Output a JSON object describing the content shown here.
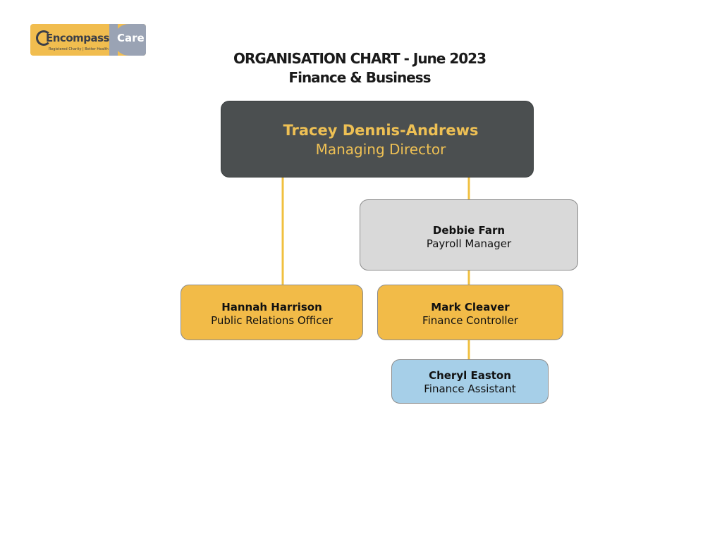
{
  "logo": {
    "word": "Encompass",
    "care": "Care",
    "tagline": "Registered Charity  |  Better Health"
  },
  "title": {
    "line1": "ORGANISATION CHART  - June 2023",
    "line2": "Finance & Business"
  },
  "colors": {
    "connector": "#f0c040",
    "director_box": "#4b4f50",
    "director_text": "#eec054",
    "manager_box": "#d9d9d9",
    "staff_box": "#f2bb48",
    "assistant_box": "#a6cfe8"
  },
  "people": {
    "managing_director": {
      "name": "Tracey Dennis-Andrews",
      "role": "Managing Director"
    },
    "payroll_manager": {
      "name": "Debbie Farn",
      "role": "Payroll Manager"
    },
    "pr_officer": {
      "name": "Hannah Harrison",
      "role": "Public Relations Officer"
    },
    "finance_controller": {
      "name": "Mark Cleaver",
      "role": "Finance Controller"
    },
    "finance_assistant": {
      "name": "Cheryl Easton",
      "role": "Finance Assistant"
    }
  }
}
